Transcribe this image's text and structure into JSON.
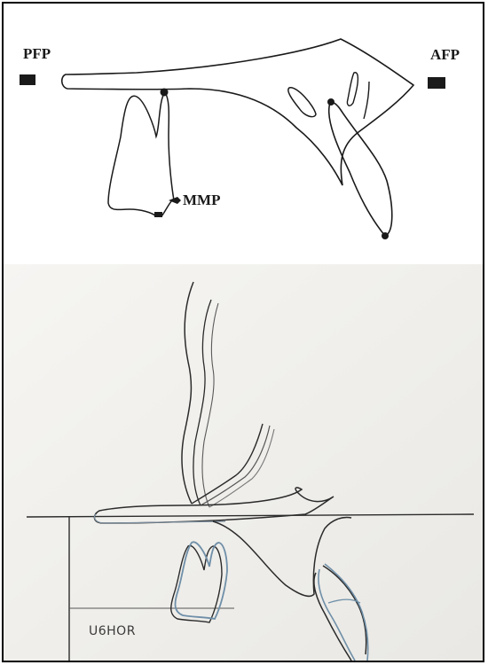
{
  "top_panel": {
    "labels": {
      "left_reference": "PFP",
      "right_reference": "AFP",
      "molar_point": "MMP"
    }
  },
  "bottom_panel": {
    "labels": {
      "molar_line": "U6HOR"
    },
    "colors": {
      "pencil": "#2b2b2b",
      "overlay_blue": "#6f8fa8"
    }
  }
}
